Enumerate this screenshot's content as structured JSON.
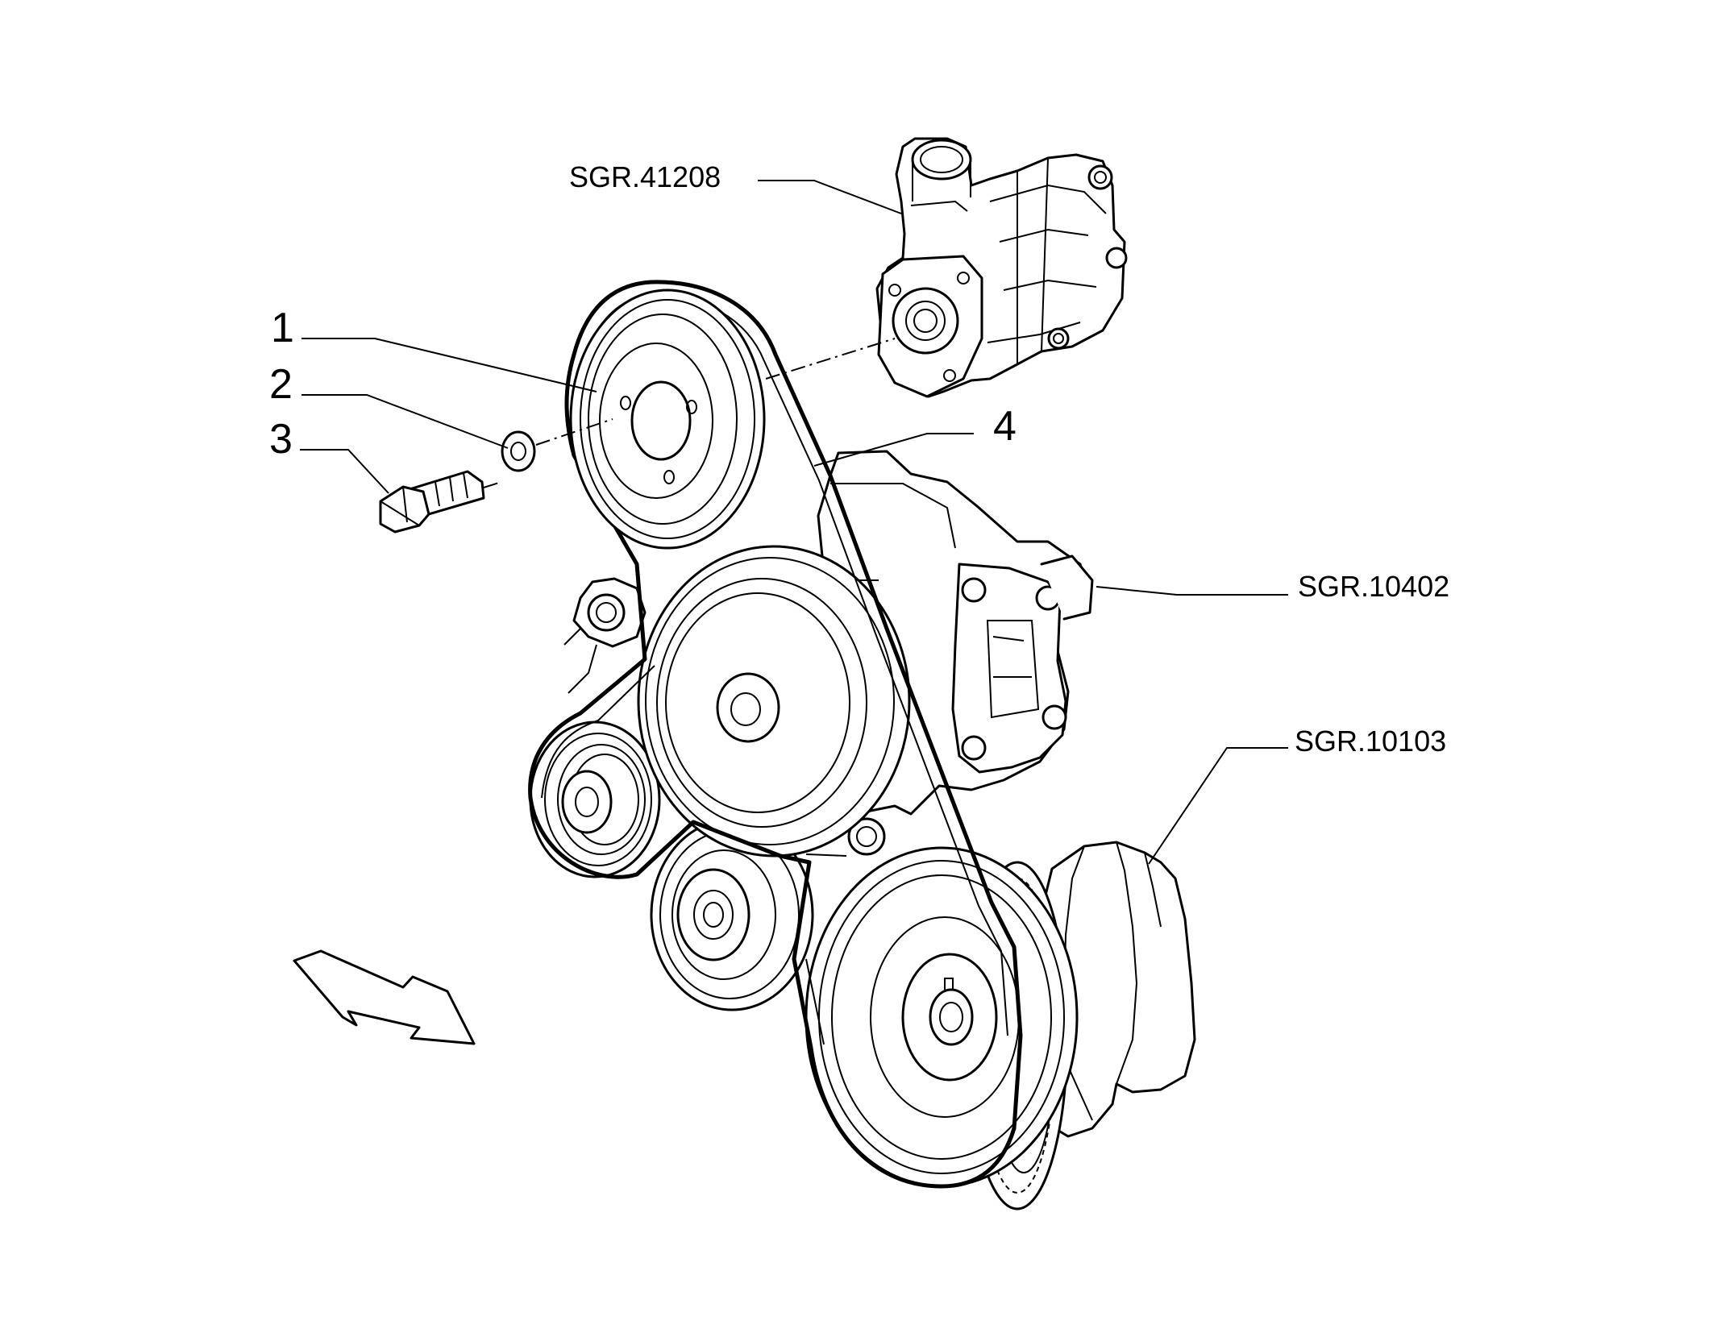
{
  "callouts": {
    "part_1": "1",
    "part_2": "2",
    "part_3": "3",
    "part_4": "4"
  },
  "references": {
    "power_steering_pump": "SGR.41208",
    "water_pump": "SGR.10402",
    "crankshaft": "SGR.10103"
  },
  "colors": {
    "ink": "#000000",
    "paper": "#ffffff"
  },
  "icons": {
    "direction_arrow": "front-direction-arrow-icon"
  }
}
